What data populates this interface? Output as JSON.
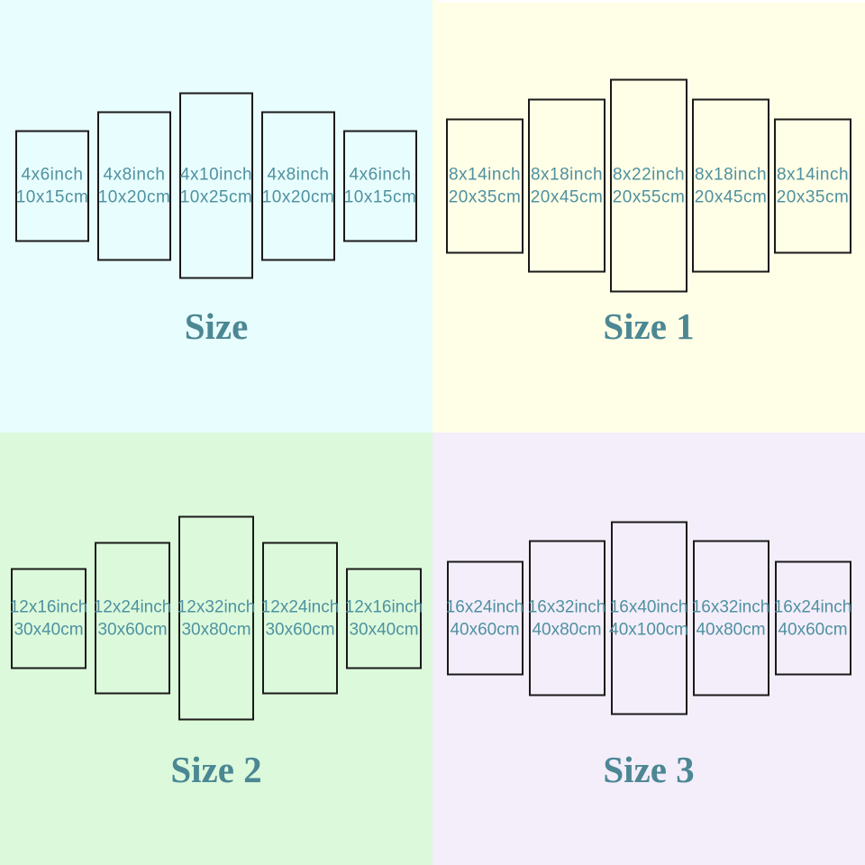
{
  "colors": {
    "label_text": "#4f91a1",
    "title_text": "#4c8794",
    "panel_border": "#1a1a1a",
    "bg_top_left": "#e8fdfd",
    "bg_top_right": "#fffee6",
    "bg_bottom_left": "#dcfadb",
    "bg_bottom_right": "#f4eefa"
  },
  "quadrants": [
    {
      "title": "Size",
      "bg_color": "#e8fdfd",
      "panels": [
        {
          "inch": "4x6inch",
          "cm": "10x15cm"
        },
        {
          "inch": "4x8inch",
          "cm": "10x20cm"
        },
        {
          "inch": "4x10inch",
          "cm": "10x25cm"
        },
        {
          "inch": "4x8inch",
          "cm": "10x20cm"
        },
        {
          "inch": "4x6inch",
          "cm": "10x15cm"
        }
      ]
    },
    {
      "title": "Size 1",
      "bg_color": "#fffee6",
      "panels": [
        {
          "inch": "8x14inch",
          "cm": "20x35cm"
        },
        {
          "inch": "8x18inch",
          "cm": "20x45cm"
        },
        {
          "inch": "8x22inch",
          "cm": "20x55cm"
        },
        {
          "inch": "8x18inch",
          "cm": "20x45cm"
        },
        {
          "inch": "8x14inch",
          "cm": "20x35cm"
        }
      ]
    },
    {
      "title": "Size 2",
      "bg_color": "#dcfadb",
      "panels": [
        {
          "inch": "12x16inch",
          "cm": "30x40cm"
        },
        {
          "inch": "12x24inch",
          "cm": "30x60cm"
        },
        {
          "inch": "12x32inch",
          "cm": "30x80cm"
        },
        {
          "inch": "12x24inch",
          "cm": "30x60cm"
        },
        {
          "inch": "12x16inch",
          "cm": "30x40cm"
        }
      ]
    },
    {
      "title": "Size 3",
      "bg_color": "#f4eefa",
      "panels": [
        {
          "inch": "16x24inch",
          "cm": "40x60cm"
        },
        {
          "inch": "16x32inch",
          "cm": "40x80cm"
        },
        {
          "inch": "16x40inch",
          "cm": "40x100cm"
        },
        {
          "inch": "16x32inch",
          "cm": "40x80cm"
        },
        {
          "inch": "16x24inch",
          "cm": "40x60cm"
        }
      ]
    }
  ]
}
